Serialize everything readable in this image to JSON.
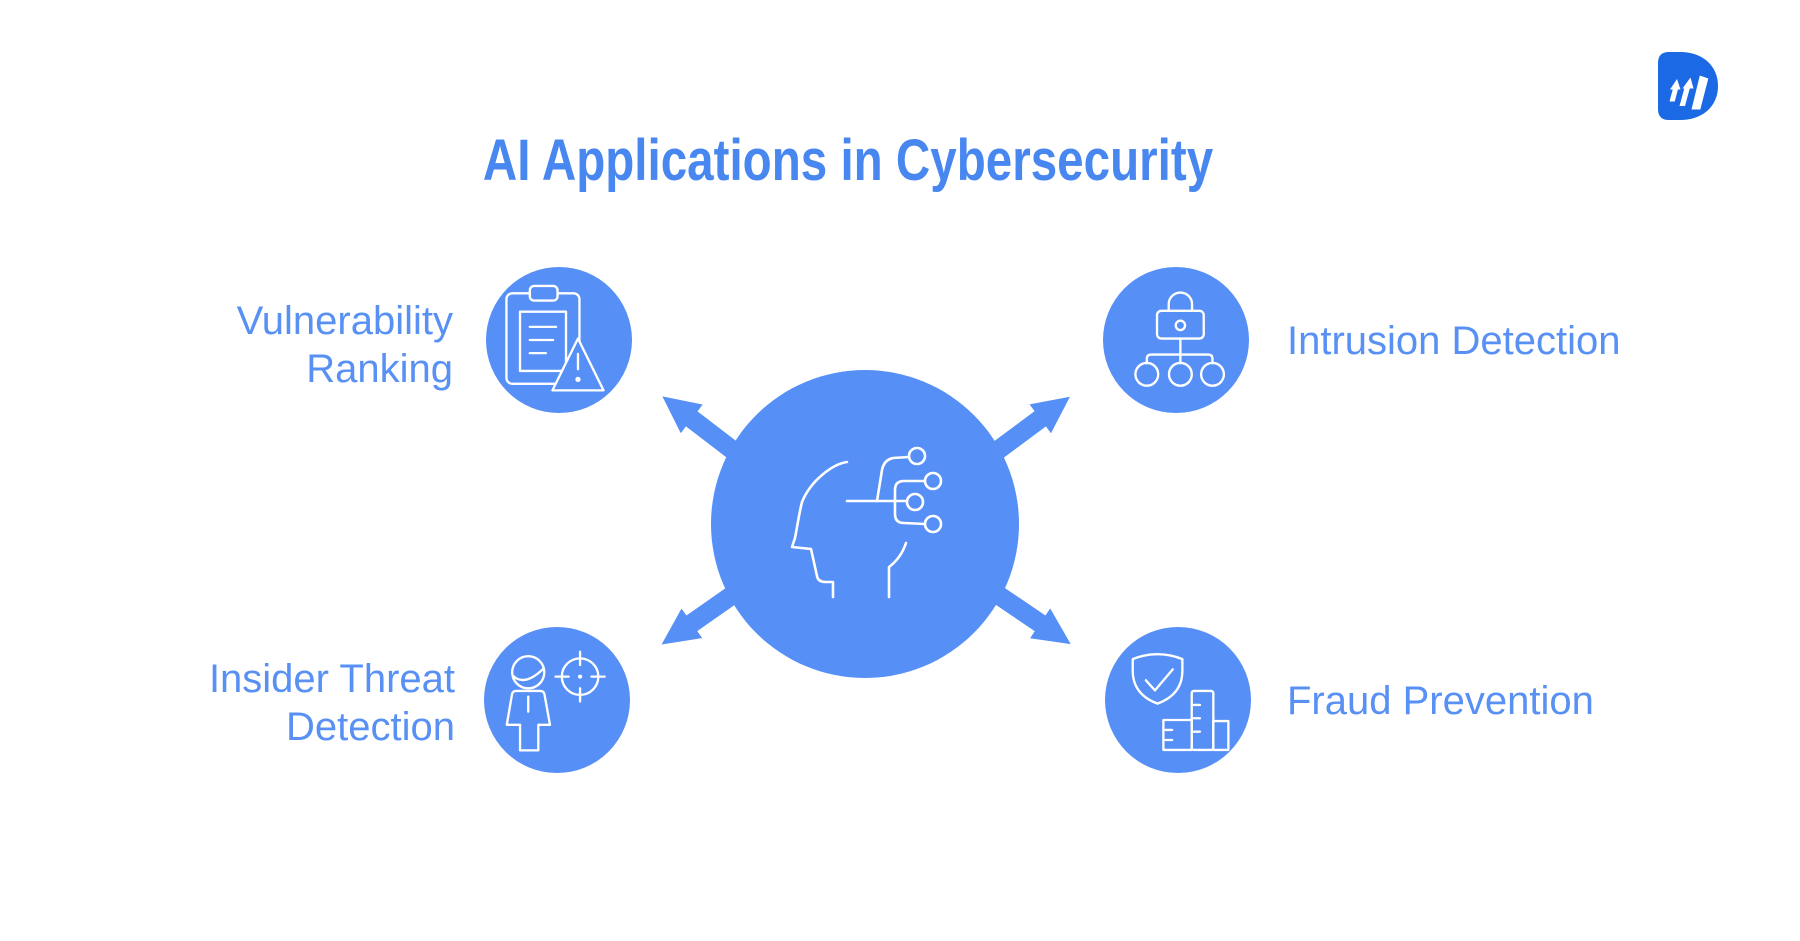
{
  "theme": {
    "accent": "#568ff6",
    "title_text": "#4886f0",
    "label_text": "#5890f4",
    "logo_blue": "#1b69e4",
    "canvas_bg": "#ffffff"
  },
  "header": {
    "title": "AI Applications in Cybersecurity"
  },
  "brand": {
    "logo_icon": "growth-bars-logo"
  },
  "diagram": {
    "center_icon": "ai-head-circuit",
    "nodes": [
      {
        "label": "Vulnerability Ranking",
        "icon": "clipboard-warning",
        "position": "top-left"
      },
      {
        "label": "Intrusion Detection",
        "icon": "lock-network",
        "position": "top-right"
      },
      {
        "label": "Insider Threat Detection",
        "icon": "person-target",
        "position": "bottom-left"
      },
      {
        "label": "Fraud Prevention",
        "icon": "shield-check-buildings",
        "position": "bottom-right"
      }
    ]
  }
}
